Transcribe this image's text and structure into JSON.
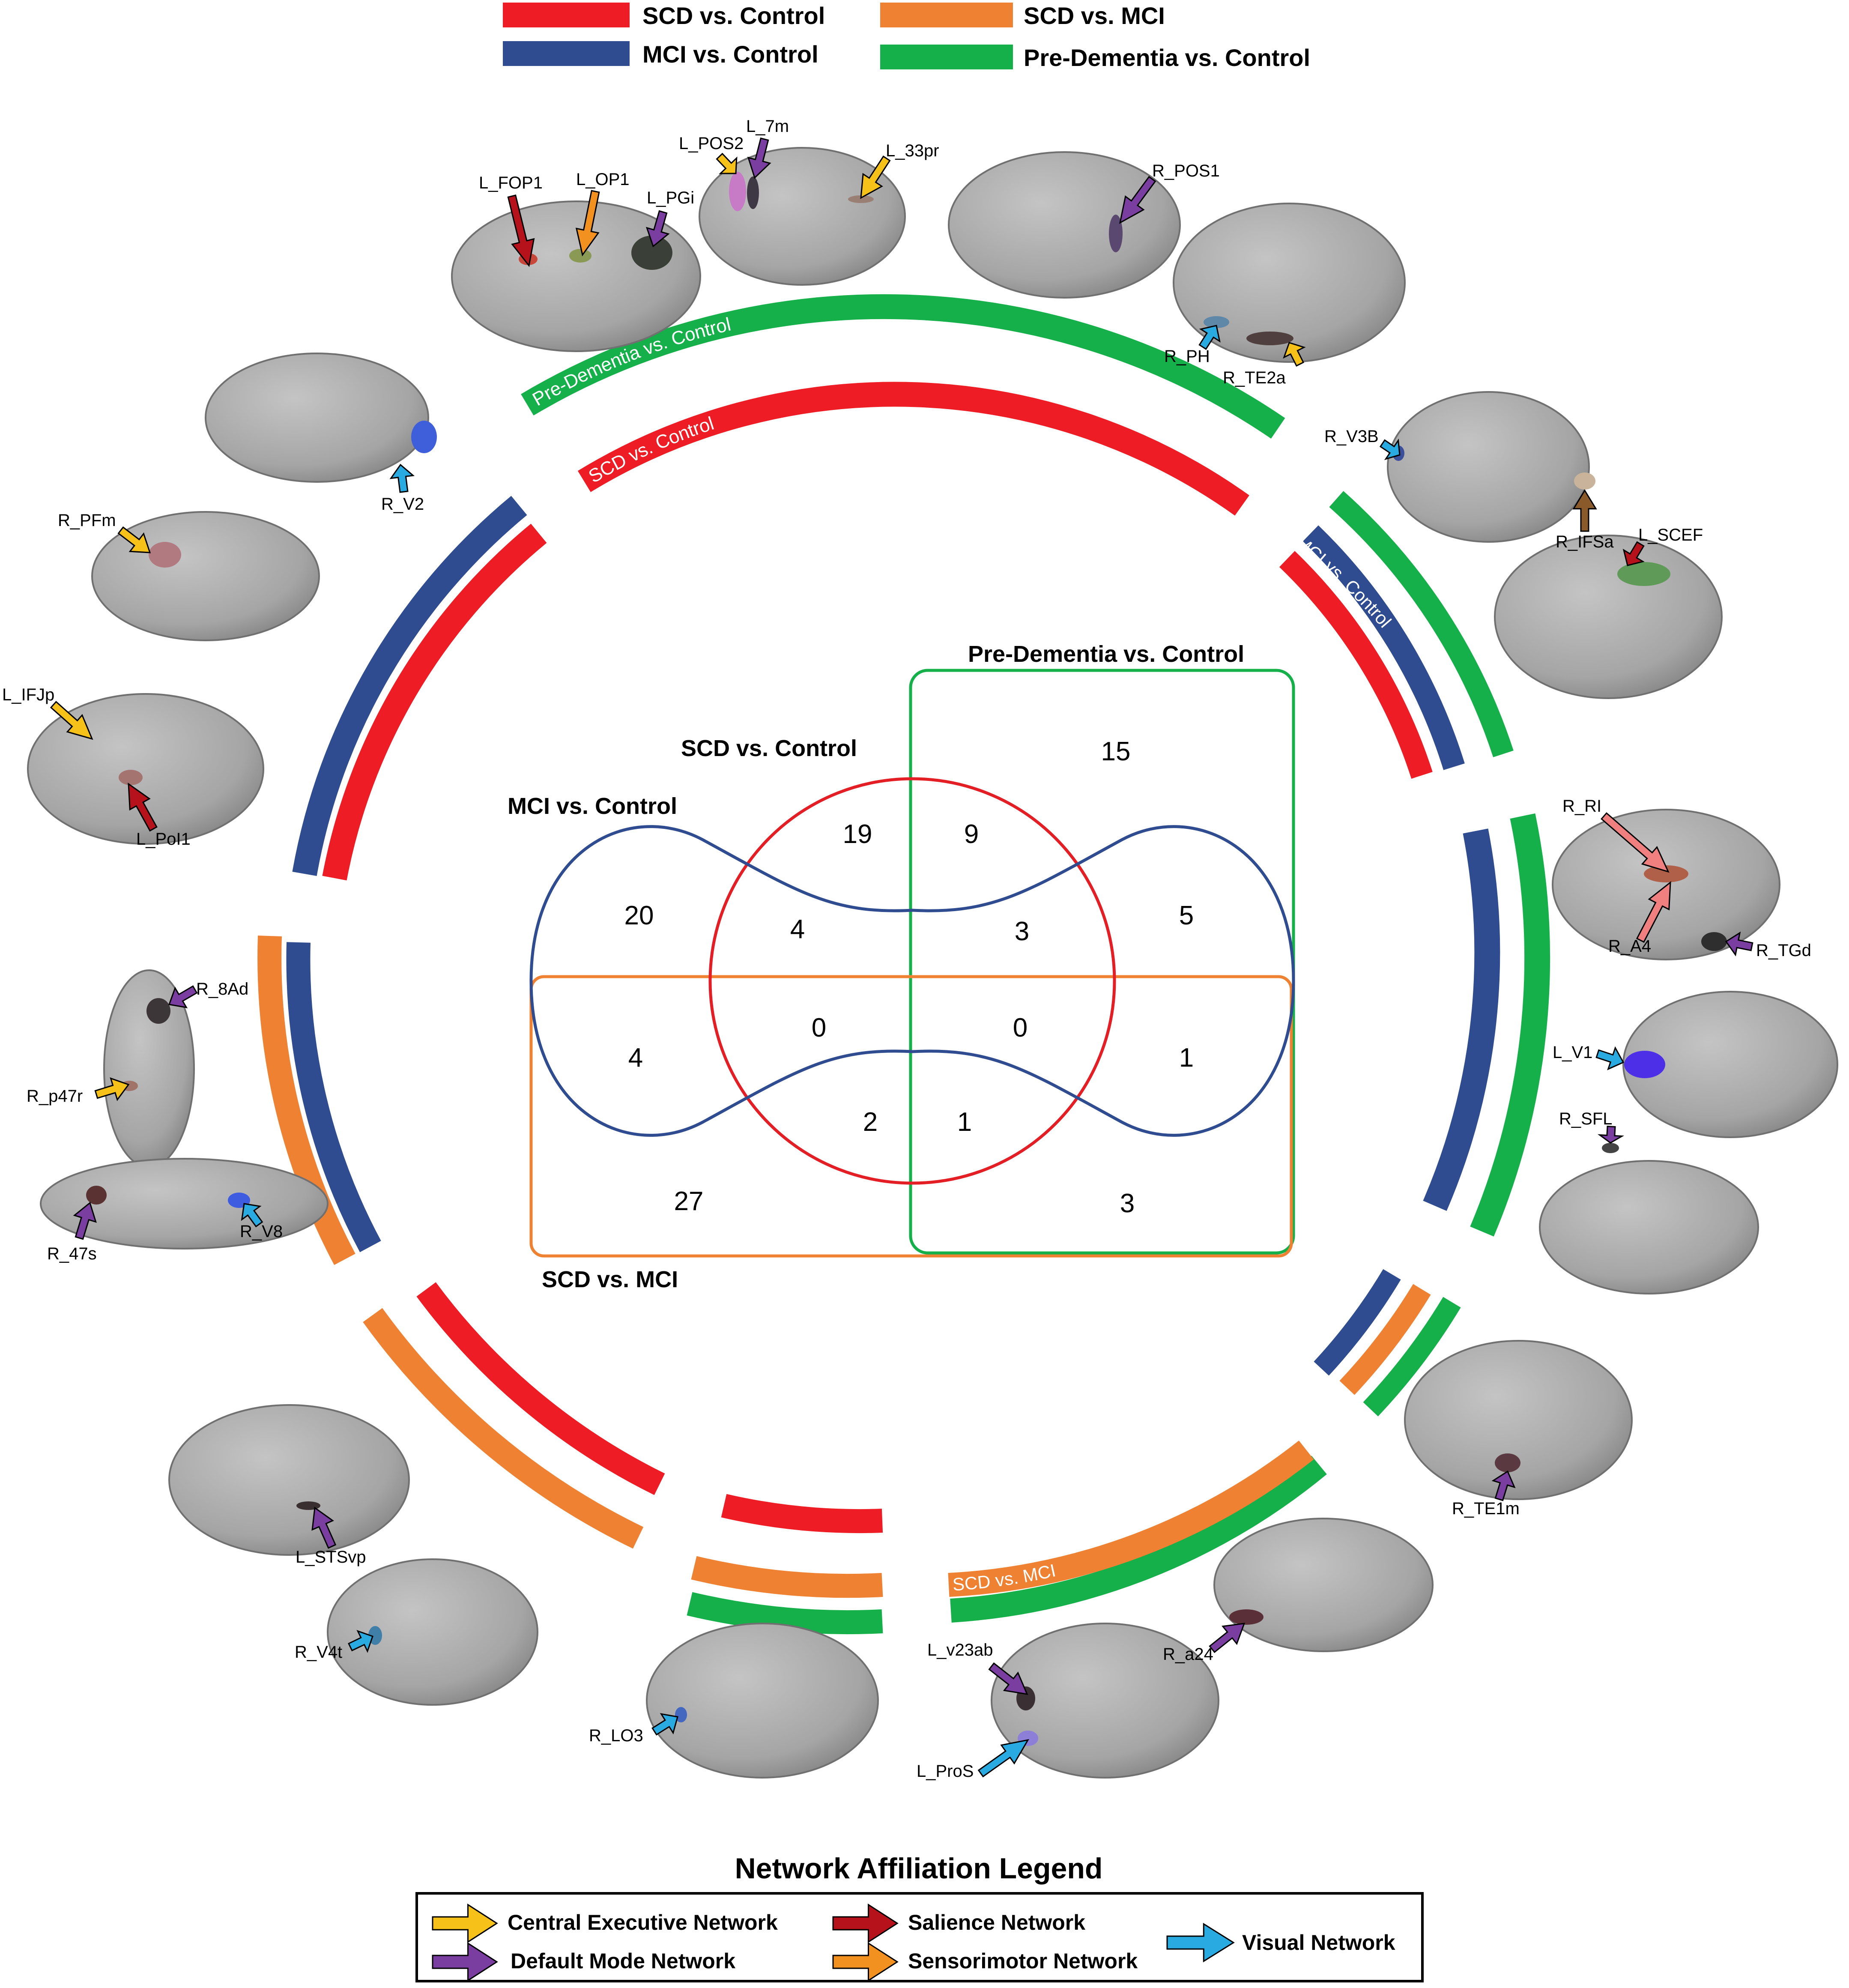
{
  "colors": {
    "scd_control": "#ee1c24",
    "mci_control": "#2e4c8f",
    "scd_mci": "#ef8133",
    "predementia_control": "#16b04b",
    "brain": "#a7a7a7",
    "cen": "#f6c21a",
    "dmn": "#7a3ea0",
    "salience": "#b5121b",
    "sensorimotor": "#f2911f",
    "visual": "#29abe2",
    "light_salmon": "#f08080",
    "brown": "#8b5a2b"
  },
  "legend_top": [
    {
      "label": "SCD vs. Control",
      "color_key": "scd_control"
    },
    {
      "label": "MCI vs. Control",
      "color_key": "mci_control"
    },
    {
      "label": "SCD vs. MCI",
      "color_key": "scd_mci"
    },
    {
      "label": "Pre-Dementia vs. Control",
      "color_key": "predementia_control"
    }
  ],
  "venn": {
    "labels": {
      "predementia": "Pre-Dementia vs. Control",
      "scd_control": "SCD vs. Control",
      "mci_control": "MCI vs. Control",
      "scd_mci": "SCD vs. MCI"
    },
    "counts": {
      "pd_only": "15",
      "scd_only": "19",
      "scd_pd": "9",
      "mci_only": "20",
      "scd_mci_ctrl": "4",
      "scd_mci_pd": "3",
      "mci_pd": "5",
      "mci_scdmci": "4",
      "scd_mci_scdmci": "0",
      "scd_mci_scdmci_pd": "0",
      "mci_scdmci_pd": "1",
      "scd_scdmci": "2",
      "scd_scdmci_pd": "1",
      "scdmci_only": "27",
      "scdmci_pd": "3"
    }
  },
  "arc_labels": {
    "predementia": "Pre-Dementia vs. Control",
    "scd_control": "SCD vs. Control",
    "mci_control": "MCI vs. Control",
    "scd_mci": "SCD vs. MCI"
  },
  "regions": {
    "l_fop1": "L_FOP1",
    "l_op1": "L_OP1",
    "l_pgi": "L_PGi",
    "l_pos2": "L_POS2",
    "l_7m": "L_7m",
    "l_33pr": "L_33pr",
    "r_pos1": "R_POS1",
    "r_ph": "R_PH",
    "r_te2a": "R_TE2a",
    "r_v3b": "R_V3B",
    "r_ifsa": "R_IFSa",
    "l_scef": "L_SCEF",
    "r_v2": "R_V2",
    "r_pfm": "R_PFm",
    "l_ifjp": "L_IFJp",
    "l_poi1": "L_PoI1",
    "r_ri": "R_RI",
    "r_a4": "R_A4",
    "r_tgd": "R_TGd",
    "l_v1": "L_V1",
    "r_sfl": "R_SFL",
    "r_8ad": "R_8Ad",
    "r_p47r": "R_p47r",
    "r_47s": "R_47s",
    "r_v8": "R_V8",
    "r_te1m": "R_TE1m",
    "l_stsvp": "L_STSvp",
    "r_v4t": "R_V4t",
    "r_lo3": "R_LO3",
    "r_a24": "R_a24",
    "l_v23ab": "L_v23ab",
    "l_pros": "L_ProS"
  },
  "network_legend": {
    "title": "Network Affiliation Legend",
    "items": [
      {
        "label": "Central Executive Network",
        "color_key": "cen"
      },
      {
        "label": "Default Mode Network",
        "color_key": "dmn"
      },
      {
        "label": "Salience Network",
        "color_key": "salience"
      },
      {
        "label": "Sensorimotor Network",
        "color_key": "sensorimotor"
      },
      {
        "label": "Visual Network",
        "color_key": "visual"
      }
    ]
  }
}
